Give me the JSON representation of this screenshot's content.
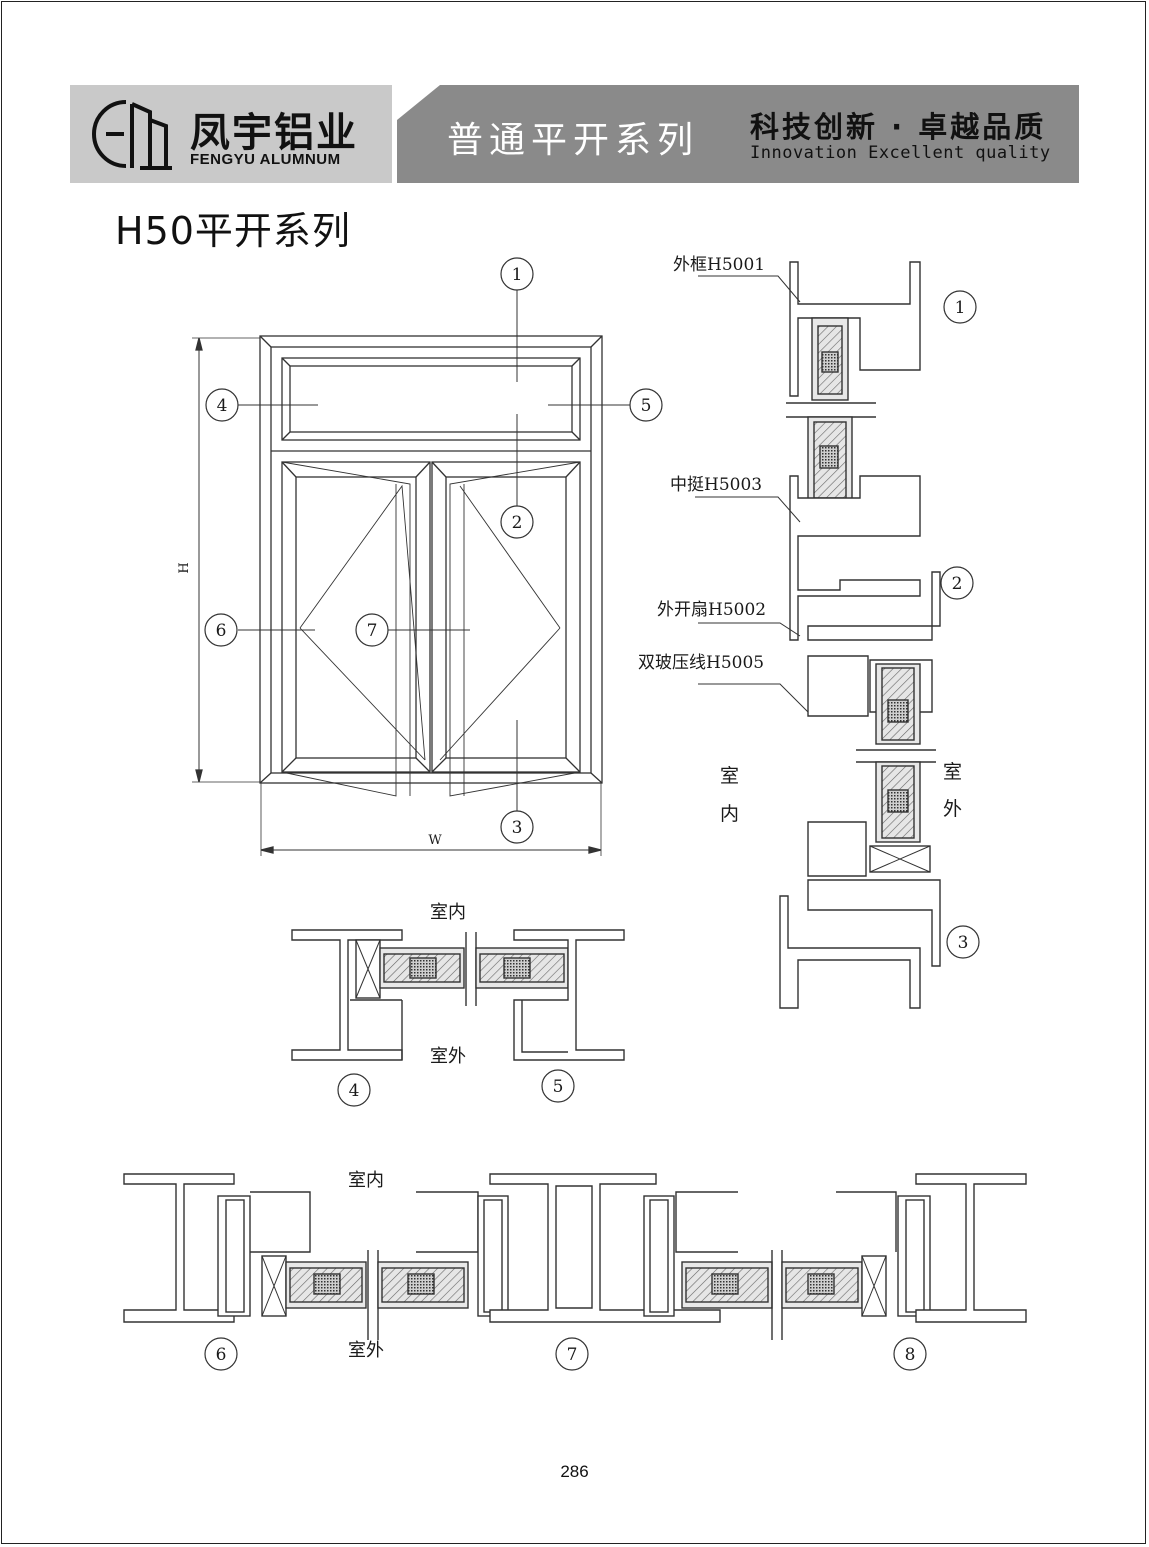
{
  "header": {
    "brand_cn": "凤宇铝业",
    "brand_en": "FENGYU ALUMNUM",
    "series_name": "普通平开系列",
    "slogan_cn": "科技创新 · 卓越品质",
    "slogan_en": "Innovation  Excellent  quality"
  },
  "title": "H50平开系列",
  "elevation": {
    "dim_height": "H",
    "dim_width": "W",
    "callouts": [
      "1",
      "2",
      "3",
      "4",
      "5",
      "6",
      "7"
    ]
  },
  "vertical_section": {
    "parts": [
      {
        "name": "外框H5001",
        "callout": "1"
      },
      {
        "name": "中挺H5003",
        "callout": "2"
      },
      {
        "name": "外开扇H5002",
        "callout": ""
      },
      {
        "name": "双玻压线H5005",
        "callout": "3"
      }
    ],
    "indoor_chars": [
      "室",
      "内"
    ],
    "outdoor_chars": [
      "室",
      "外"
    ]
  },
  "section_45": {
    "indoor": "室内",
    "outdoor": "室外",
    "callouts": [
      "4",
      "5"
    ]
  },
  "section_678": {
    "indoor": "室内",
    "outdoor": "室外",
    "callouts": [
      "6",
      "7",
      "8"
    ]
  },
  "page_number": "286",
  "colors": {
    "banner_left": "#c9c9c9",
    "banner_right": "#8a8a8a",
    "line": "#333333",
    "insulation": "#bbbbbb"
  }
}
